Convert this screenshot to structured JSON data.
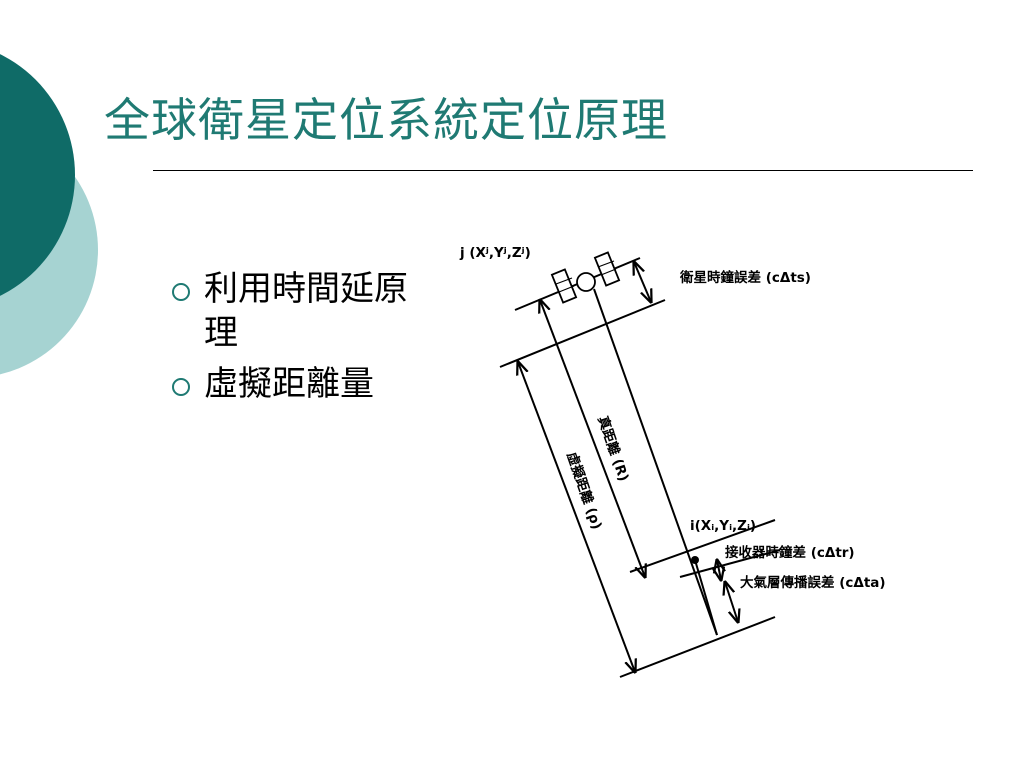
{
  "slide": {
    "title": "全球衛星定位系統定位原理",
    "bullets": [
      "利用時間延原理",
      "虛擬距離量"
    ]
  },
  "diagram": {
    "satellite_label": "j (Xʲ,Yʲ,Zʲ)",
    "satellite_clock_error": "衛星時鐘誤差 (cΔts)",
    "true_range": "真距離 (R)",
    "pseudo_range": "虛擬距離 (ρ)",
    "receiver_label": "i(Xᵢ,Yᵢ,Zᵢ)",
    "receiver_clock_error": "接收器時鐘差 (cΔtr)",
    "atmosphere_error": "大氣層傳播誤差 (cΔta)"
  },
  "colors": {
    "accent_dark": "#0f6b67",
    "accent_light": "#a6d3d2",
    "title": "#1f7a73"
  }
}
